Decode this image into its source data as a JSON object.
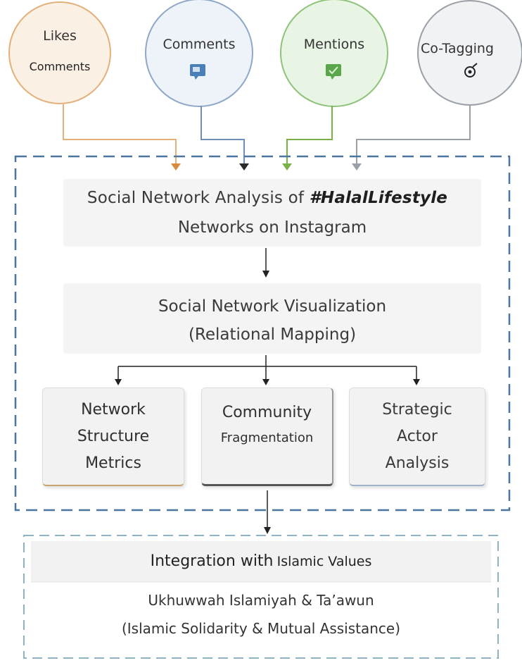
{
  "inputs": [
    {
      "label": "Likes",
      "sublabel": "Comments",
      "fill": "#fbf0e4",
      "stroke": "#e3b07a",
      "arrow": "#d98a3a",
      "icon": "none"
    },
    {
      "label": "Comments",
      "sublabel": "",
      "fill": "#eef3fa",
      "stroke": "#8fa8c8",
      "arrow": "#2a2a2a",
      "icon": "chat-icon"
    },
    {
      "label": "Mentions",
      "sublabel": "",
      "fill": "#e9f5e4",
      "stroke": "#8fc27a",
      "arrow": "#7ab04a",
      "icon": "mention-icon"
    },
    {
      "label": "Co-Tagging",
      "sublabel": "",
      "fill": "#f1f2f4",
      "stroke": "#9aa0a8",
      "arrow": "#9aa0a8",
      "icon": "tag-icon"
    }
  ],
  "main": {
    "title_prefix": "Social Network Analysis of ",
    "title_hashtag": "#HalalLifestyle",
    "title_line2": "Networks on Instagram",
    "viz_line1": "Social Network Visualization",
    "viz_line2": "(Relational Mapping)",
    "cards": [
      {
        "lines": [
          "Network",
          "Structure",
          "Metrics"
        ],
        "accent": "#c9a46a"
      },
      {
        "lines": [
          "Community",
          "Fragmentation"
        ],
        "accent": "#555555"
      },
      {
        "lines": [
          "Strategic",
          "Actor",
          "Analysis"
        ],
        "accent": "#9fb4cc"
      }
    ]
  },
  "integration": {
    "title_bold": "Integration with",
    "title_rest": "Islamic Values",
    "line1": "Ukhuwwah Islamiyah & Ta’awun",
    "line2": "(Islamic Solidarity & Mutual Assistance)"
  },
  "colors": {
    "frame_dash": "#4a76a0",
    "lower_dash": "#8fb3c4",
    "arrow": "#222222"
  }
}
